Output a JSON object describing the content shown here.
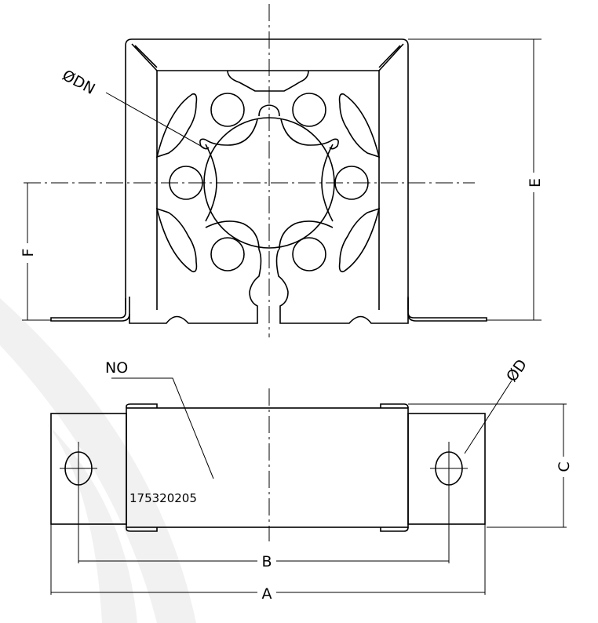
{
  "drawing": {
    "labels": {
      "dn": "ØDN",
      "e": "E",
      "f": "F",
      "no": "NO",
      "d": "ØD",
      "c": "C",
      "b": "B",
      "a": "A"
    },
    "part_number": "175320205"
  }
}
